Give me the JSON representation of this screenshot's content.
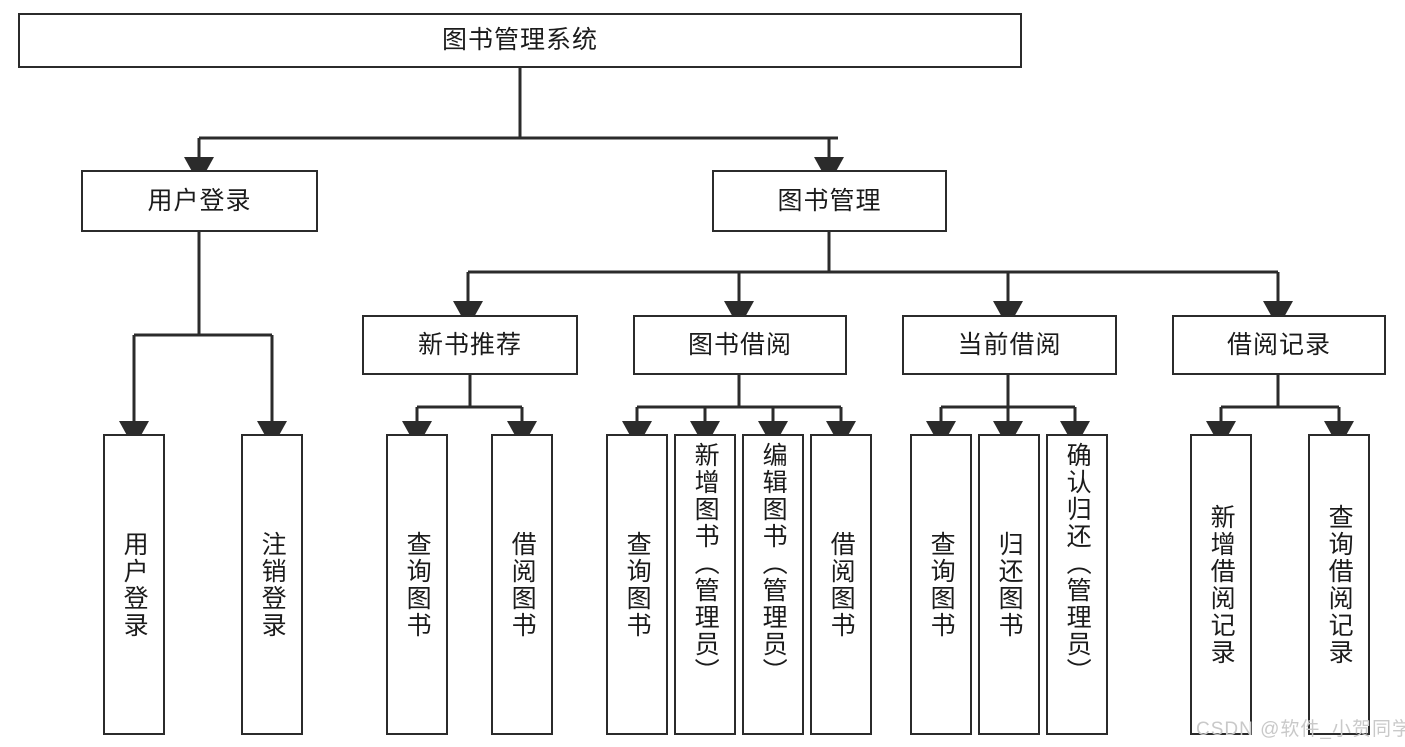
{
  "diagram": {
    "type": "tree-hierarchy-chart",
    "title": "图书管理系统",
    "watermark": "CSDN @软件_小贺同学",
    "colors": {
      "stroke": "#2b2b2b",
      "fill": "#ffffff",
      "text": "#1b1b1b",
      "watermark": "#c9c9c9"
    },
    "root": {
      "label": "图书管理系统"
    },
    "level2": [
      {
        "label": "用户登录"
      },
      {
        "label": "图书管理"
      }
    ],
    "level3": [
      {
        "label": "新书推荐"
      },
      {
        "label": "图书借阅"
      },
      {
        "label": "当前借阅"
      },
      {
        "label": "借阅记录"
      }
    ],
    "leaves": {
      "user_login": [
        {
          "label": "用户登录"
        },
        {
          "label": "注销登录"
        }
      ],
      "new_book_recommend": [
        {
          "label": "查询图书"
        },
        {
          "label": "借阅图书"
        }
      ],
      "book_borrow": [
        {
          "label": "查询图书"
        },
        {
          "label": "新增图书（管理员）"
        },
        {
          "label": "编辑图书（管理员）"
        },
        {
          "label": "借阅图书"
        }
      ],
      "current_borrow": [
        {
          "label": "查询图书"
        },
        {
          "label": "归还图书"
        },
        {
          "label": "确认归还（管理员）"
        }
      ],
      "borrow_record": [
        {
          "label": "新增借阅记录"
        },
        {
          "label": "查询借阅记录"
        }
      ]
    }
  }
}
